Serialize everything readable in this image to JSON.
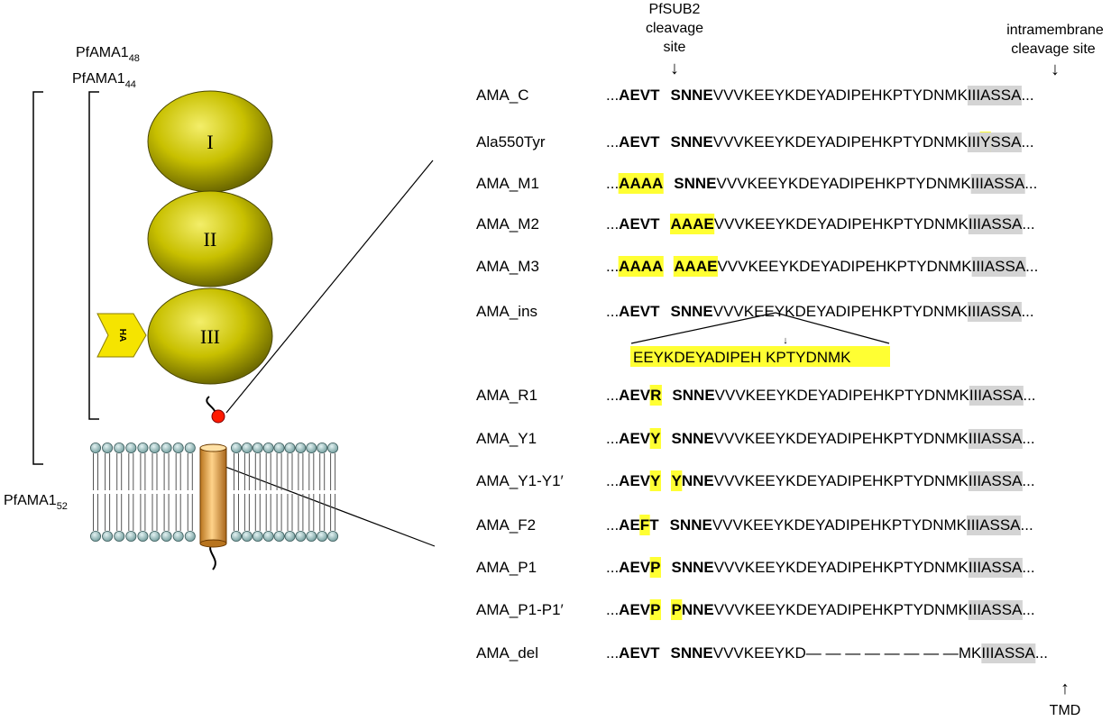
{
  "forms": {
    "p48": {
      "base": "PfAMA1",
      "sub": "48"
    },
    "p44": {
      "base": "PfAMA1",
      "sub": "44"
    },
    "p52": {
      "base": "PfAMA1",
      "sub": "52"
    }
  },
  "domains": [
    "I",
    "II",
    "III"
  ],
  "tag": "HA",
  "sites": {
    "sub2": [
      "PfSUB2",
      "cleavage",
      "site"
    ],
    "intra": [
      "intramembrane",
      "cleavage site"
    ],
    "tmd": "TMD",
    "arrow_down": "↓",
    "arrow_up": "↑"
  },
  "colors": {
    "highlight": "#ffff33",
    "tmd_box": "#d4d4d4",
    "domain": "#c8c000",
    "membrane_head": "#8ab0b0",
    "helix": "#e0a040",
    "cleavage_dot": "#ff0000"
  },
  "insert": {
    "text": "EEYKDEYADIPEH KPTYDNMK",
    "arrow": "↓"
  },
  "rows": [
    {
      "name": "AMA_C",
      "segs": [
        {
          "t": "..."
        },
        {
          "t": "AEVT",
          "b": true
        },
        {
          "t": " "
        },
        {
          "t": "SNNE",
          "b": true
        },
        {
          "t": "VVVKEEYKDEYADIPEHKPTYDNMK"
        },
        {
          "t": "IIIASSA",
          "g": true
        },
        {
          "t": "..."
        }
      ]
    },
    {
      "name": "Ala550Tyr",
      "segs": [
        {
          "t": "..."
        },
        {
          "t": "AEVT",
          "b": true
        },
        {
          "t": " "
        },
        {
          "t": "SNNE",
          "b": true
        },
        {
          "t": "VVVKEEYKDEYADIPEHKPTYDNMK"
        },
        {
          "t": "III",
          "g": true
        },
        {
          "t": "Y",
          "g": true,
          "h": true
        },
        {
          "t": "SSA",
          "g": true
        },
        {
          "t": "..."
        }
      ]
    },
    {
      "name": "AMA_M1",
      "segs": [
        {
          "t": "..."
        },
        {
          "t": "AAAA",
          "b": true,
          "h": true
        },
        {
          "t": " "
        },
        {
          "t": "SNNE",
          "b": true
        },
        {
          "t": "VVVKEEYKDEYADIPEHKPTYDNMK"
        },
        {
          "t": "IIIASSA",
          "g": true
        },
        {
          "t": "..."
        }
      ]
    },
    {
      "name": "AMA_M2",
      "segs": [
        {
          "t": "..."
        },
        {
          "t": "AEVT",
          "b": true
        },
        {
          "t": " "
        },
        {
          "t": "AAAE",
          "b": true,
          "h": true
        },
        {
          "t": "VVVKEEYKDEYADIPEHKPTYDNMK"
        },
        {
          "t": "IIIASSA",
          "g": true
        },
        {
          "t": "..."
        }
      ]
    },
    {
      "name": "AMA_M3",
      "segs": [
        {
          "t": "..."
        },
        {
          "t": "AAAA",
          "b": true,
          "h": true
        },
        {
          "t": " "
        },
        {
          "t": "AAAE",
          "b": true,
          "h": true
        },
        {
          "t": "VVVKEEYKDEYADIPEHKPTYDNMK"
        },
        {
          "t": "IIIASSA",
          "g": true
        },
        {
          "t": "..."
        }
      ]
    },
    {
      "name": "AMA_ins",
      "segs": [
        {
          "t": "..."
        },
        {
          "t": "AEVT",
          "b": true
        },
        {
          "t": " "
        },
        {
          "t": "SNNE",
          "b": true
        },
        {
          "t": "VVVKEEYKDEYADIPEHKPTYDNMK"
        },
        {
          "t": "IIIASSA",
          "g": true
        },
        {
          "t": "..."
        }
      ]
    },
    {
      "name": "AMA_R1",
      "segs": [
        {
          "t": "..."
        },
        {
          "t": "AEV",
          "b": true
        },
        {
          "t": "R",
          "b": true,
          "h": true
        },
        {
          "t": " "
        },
        {
          "t": "SNNE",
          "b": true
        },
        {
          "t": "VVVKEEYKDEYADIPEHKPTYDNMK"
        },
        {
          "t": "IIIASSA",
          "g": true
        },
        {
          "t": "..."
        }
      ]
    },
    {
      "name": "AMA_Y1",
      "segs": [
        {
          "t": "..."
        },
        {
          "t": "AEV",
          "b": true
        },
        {
          "t": "Y",
          "b": true,
          "h": true
        },
        {
          "t": " "
        },
        {
          "t": "SNNE",
          "b": true
        },
        {
          "t": "VVVKEEYKDEYADIPEHKPTYDNMK"
        },
        {
          "t": "IIIASSA",
          "g": true
        },
        {
          "t": "..."
        }
      ]
    },
    {
      "name": "AMA_Y1-Y1′",
      "segs": [
        {
          "t": "..."
        },
        {
          "t": "AEV",
          "b": true
        },
        {
          "t": "Y",
          "b": true,
          "h": true
        },
        {
          "t": " "
        },
        {
          "t": "Y",
          "b": true,
          "h": true
        },
        {
          "t": "NNE",
          "b": true
        },
        {
          "t": "VVVKEEYKDEYADIPEHKPTYDNMK"
        },
        {
          "t": "IIIASSA",
          "g": true
        },
        {
          "t": "..."
        }
      ]
    },
    {
      "name": "AMA_F2",
      "segs": [
        {
          "t": "..."
        },
        {
          "t": "AE",
          "b": true
        },
        {
          "t": "F",
          "b": true,
          "h": true
        },
        {
          "t": "T",
          "b": true
        },
        {
          "t": " "
        },
        {
          "t": "SNNE",
          "b": true
        },
        {
          "t": "VVVKEEYKDEYADIPEHKPTYDNMK"
        },
        {
          "t": "IIIASSA",
          "g": true
        },
        {
          "t": "..."
        }
      ]
    },
    {
      "name": "AMA_P1",
      "segs": [
        {
          "t": "..."
        },
        {
          "t": "AEV",
          "b": true
        },
        {
          "t": "P",
          "b": true,
          "h": true
        },
        {
          "t": " "
        },
        {
          "t": "SNNE",
          "b": true
        },
        {
          "t": "VVVKEEYKDEYADIPEHKPTYDNMK"
        },
        {
          "t": "IIIASSA",
          "g": true
        },
        {
          "t": "..."
        }
      ]
    },
    {
      "name": "AMA_P1-P1′",
      "segs": [
        {
          "t": "..."
        },
        {
          "t": "AEV",
          "b": true
        },
        {
          "t": "P",
          "b": true,
          "h": true
        },
        {
          "t": " "
        },
        {
          "t": "P",
          "b": true,
          "h": true
        },
        {
          "t": "NNE",
          "b": true
        },
        {
          "t": "VVVKEEYKDEYADIPEHKPTYDNMK"
        },
        {
          "t": "IIIASSA",
          "g": true
        },
        {
          "t": "..."
        }
      ]
    },
    {
      "name": "AMA_del",
      "segs": [
        {
          "t": "..."
        },
        {
          "t": "AEVT",
          "b": true
        },
        {
          "t": " "
        },
        {
          "t": "SNNE",
          "b": true
        },
        {
          "t": "VVVKEEYKD"
        },
        {
          "t": "— — — — — — — —"
        },
        {
          "t": "MK"
        },
        {
          "t": "IIIASSA",
          "g": true
        },
        {
          "t": "..."
        }
      ]
    }
  ]
}
